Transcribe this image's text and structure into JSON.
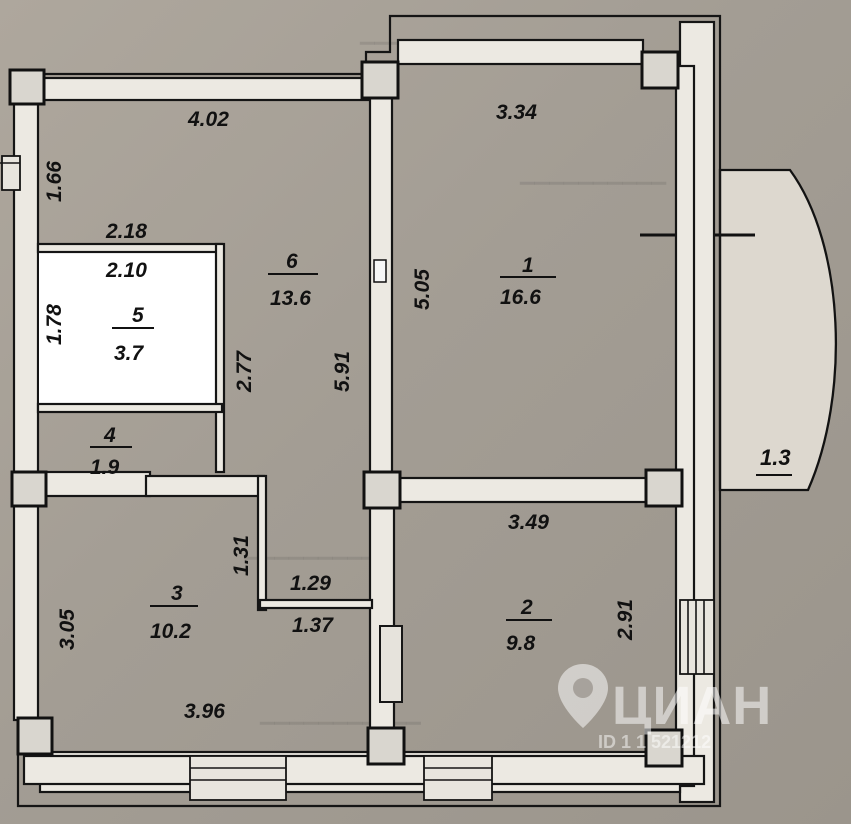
{
  "rooms": [
    {
      "number": "1",
      "area": "16.6"
    },
    {
      "number": "2",
      "area": "9.8"
    },
    {
      "number": "3",
      "area": "10.2"
    },
    {
      "number": "4",
      "area": "1.9"
    },
    {
      "number": "5",
      "area": "3.7"
    },
    {
      "number": "6",
      "area": "13.6"
    }
  ],
  "dimensions": {
    "d_4_02": "4.02",
    "d_1_66": "1.66",
    "d_2_18": "2.18",
    "d_2_10": "2.10",
    "d_1_78": "1.78",
    "d_2_77": "2.77",
    "d_5_91": "5.91",
    "d_3_34": "3.34",
    "d_5_05": "5.05",
    "d_3_49": "3.49",
    "d_2_91": "2.91",
    "d_1_31": "1.31",
    "d_1_29": "1.29",
    "d_1_37": "1.37",
    "d_3_05": "3.05",
    "d_3_96": "3.96"
  },
  "balcony": {
    "area": "1.3"
  },
  "watermark": {
    "brand": "ЦИАН",
    "id_text": "ID 1 1 521212"
  },
  "colors": {
    "paper": "#a9a39a",
    "wall_fill": "#ece9e2",
    "ink": "#111111"
  }
}
